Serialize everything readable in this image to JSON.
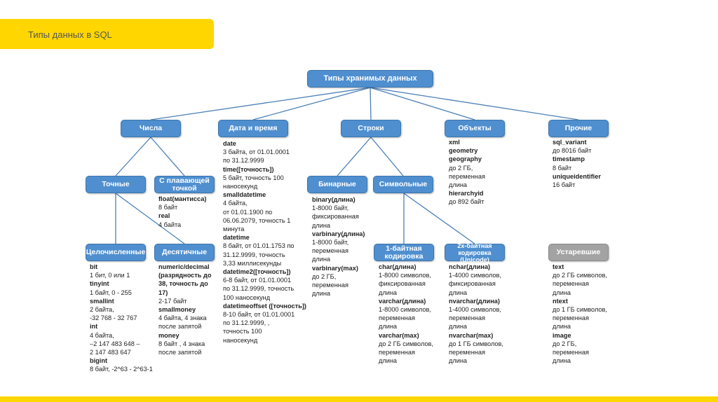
{
  "slide_title": "Типы данных в SQL",
  "nodes": {
    "root": "Типы хранимых данных",
    "numbers": "Числа",
    "datetime": "Дата и время",
    "strings": "Строки",
    "objects": "Объекты",
    "other": "Прочие",
    "exact": "Точные",
    "float": "С плавающей точкой",
    "binary": "Бинарные",
    "character": "Символьные",
    "integer": "Целочисленные",
    "decimal": "Десятичные",
    "single_byte": "1-байтная кодировка",
    "double_byte": "2х-байтная кодировка (Unicode)",
    "deprecated": "Устаревшие"
  },
  "blocks": {
    "datetime": [
      {
        "t": "date",
        "b": true
      },
      {
        "t": "3 байта, от 01.01.0001"
      },
      {
        "t": "по 31.12.9999"
      },
      {
        "t": "time([точность])",
        "b": true
      },
      {
        "t": "5 байт, точность 100"
      },
      {
        "t": "наносекунд"
      },
      {
        "t": "smalldatetime",
        "b": true
      },
      {
        "t": "4 байта,"
      },
      {
        "t": "от  01.01.1900 по"
      },
      {
        "t": "06.06.2079, точность 1"
      },
      {
        "t": "минута"
      },
      {
        "t": "datetime",
        "b": true
      },
      {
        "t": "8 байт, от 01.01.1753 по"
      },
      {
        "t": "31.12.9999, точность"
      },
      {
        "t": "3,33 миллисекунды"
      },
      {
        "t": "datetime2([точность])",
        "b": true
      },
      {
        "t": "6-8 байт, от 01.01.0001"
      },
      {
        "t": "по 31.12.9999, точность"
      },
      {
        "t": "100 наносекунд"
      },
      {
        "t": "datetimeoffset ([точность])",
        "b": true
      },
      {
        "t": "8-10 байт, от 01.01.0001"
      },
      {
        "t": "по 31.12.9999, ,"
      },
      {
        "t": "точность 100"
      },
      {
        "t": "наносекунд"
      }
    ],
    "objects": [
      {
        "t": "xml",
        "b": true
      },
      {
        "t": "geometry",
        "b": true
      },
      {
        "t": "geography",
        "b": true
      },
      {
        "t": "до 2 ГБ,"
      },
      {
        "t": "переменная"
      },
      {
        "t": "длина"
      },
      {
        "t": "hierarchyid",
        "b": true
      },
      {
        "t": "до 892 байт"
      }
    ],
    "other": [
      {
        "t": "sql_variant",
        "b": true
      },
      {
        "t": "до 8016 байт"
      },
      {
        "t": "timestamp",
        "b": true
      },
      {
        "t": "8 байт"
      },
      {
        "t": "uniqueidentifier",
        "b": true
      },
      {
        "t": "16 байт"
      }
    ],
    "float": [
      {
        "t": "float(мантисса)",
        "b": true
      },
      {
        "t": "8 байт"
      },
      {
        "t": "real",
        "b": true
      },
      {
        "t": "4 байта"
      }
    ],
    "binary": [
      {
        "t": "binary(длина)",
        "b": true
      },
      {
        "t": "1-8000 байт,"
      },
      {
        "t": "фиксированная"
      },
      {
        "t": "длина"
      },
      {
        "t": "varbinary(длина)",
        "b": true
      },
      {
        "t": "1-8000 байт,"
      },
      {
        "t": "переменная"
      },
      {
        "t": "длина"
      },
      {
        "t": "varbinary(max)",
        "b": true
      },
      {
        "t": "до 2 ГБ,"
      },
      {
        "t": "переменная"
      },
      {
        "t": "длина"
      }
    ],
    "integer": [
      {
        "t": "bit",
        "b": true
      },
      {
        "t": "1 бит, 0 или 1"
      },
      {
        "t": "tinyint",
        "b": true
      },
      {
        "t": "1 байт, 0 - 255"
      },
      {
        "t": "smallint",
        "b": true
      },
      {
        "t": "2 байта,"
      },
      {
        "t": "-32 768 - 32 767"
      },
      {
        "t": "int",
        "b": true
      },
      {
        "t": "4 байта,"
      },
      {
        "t": "–2 147 483 648 –"
      },
      {
        "t": "2 147 483 647"
      },
      {
        "t": "bigint",
        "b": true
      },
      {
        "t": "8 байт, -2^63 - 2^63-1"
      }
    ],
    "decimal": [
      {
        "t": "numeric/decimal",
        "b": true
      },
      {
        "t": "(разрядность до",
        "b": true
      },
      {
        "t": "38, точность до",
        "b": true
      },
      {
        "t": "17)",
        "b": true
      },
      {
        "t": "2-17 байт"
      },
      {
        "t": "smallmoney",
        "b": true
      },
      {
        "t": "4 байта, 4 знака"
      },
      {
        "t": "после запятой"
      },
      {
        "t": "money",
        "b": true
      },
      {
        "t": "8 байт , 4 знака"
      },
      {
        "t": "после запятой"
      }
    ],
    "single_byte": [
      {
        "t": "char(длина)",
        "b": true
      },
      {
        "t": "1-8000 символов,"
      },
      {
        "t": "фиксированная"
      },
      {
        "t": "длина"
      },
      {
        "t": "varchar(длина)",
        "b": true
      },
      {
        "t": "1-8000 символов,"
      },
      {
        "t": "переменная"
      },
      {
        "t": "длина"
      },
      {
        "t": "varchar(max)",
        "b": true
      },
      {
        "t": "до 2 ГБ символов,"
      },
      {
        "t": "переменная"
      },
      {
        "t": "длина"
      }
    ],
    "double_byte": [
      {
        "t": "nchar(длина)",
        "b": true
      },
      {
        "t": "1-4000 символов,"
      },
      {
        "t": "фиксированная"
      },
      {
        "t": "длина"
      },
      {
        "t": "nvarchar(длина)",
        "b": true
      },
      {
        "t": "1-4000 символов,"
      },
      {
        "t": "переменная"
      },
      {
        "t": "длина"
      },
      {
        "t": "nvarchar(max)",
        "b": true
      },
      {
        "t": "до 1 ГБ символов,"
      },
      {
        "t": "переменная"
      },
      {
        "t": "длина"
      }
    ],
    "deprecated": [
      {
        "t": "text",
        "b": true
      },
      {
        "t": "до 2 ГБ символов,"
      },
      {
        "t": "переменная"
      },
      {
        "t": "длина"
      },
      {
        "t": "ntext",
        "b": true
      },
      {
        "t": "до 1 ГБ символов,"
      },
      {
        "t": "переменная"
      },
      {
        "t": "длина"
      },
      {
        "t": "image",
        "b": true
      },
      {
        "t": "до 2 ГБ,"
      },
      {
        "t": "переменная"
      },
      {
        "t": "длина"
      }
    ]
  },
  "colors": {
    "accent": "#ffd600",
    "node": "#4f8fcf",
    "node_deprecated": "#a3a3a3",
    "connector": "#4a7fb5"
  }
}
